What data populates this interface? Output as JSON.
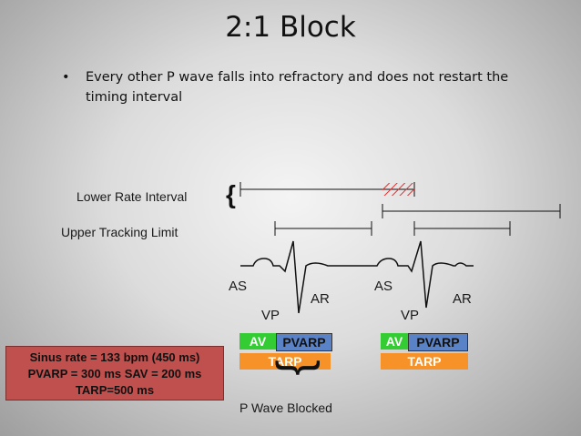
{
  "slide": {
    "title": "2:1 Block",
    "bullet_marker": "•",
    "bullet_text": "Every other P wave falls into refractory and does not restart the timing interval"
  },
  "intervals": {
    "lower_rate_label": "Lower Rate Interval",
    "upper_tracking_label": "Upper Tracking Limit",
    "brace": "{"
  },
  "events": {
    "as_label": "AS",
    "ar_label": "AR",
    "vp_label": "VP"
  },
  "timing_boxes": {
    "av": "AV",
    "pvarp": "PVARP",
    "tarp": "TARP"
  },
  "annotation": {
    "blocked_label": "P Wave Blocked",
    "bottom_brace": "}"
  },
  "info": {
    "line1": "Sinus rate = 133 bpm (450 ms)",
    "line2": "PVARP = 300 ms  SAV = 200 ms",
    "line3": "TARP=500 ms"
  },
  "colors": {
    "av": "#33cc33",
    "pvarp": "#5a82c6",
    "tarp": "#f79228",
    "info_box": "#c0504d",
    "hatch": "#e03030"
  }
}
